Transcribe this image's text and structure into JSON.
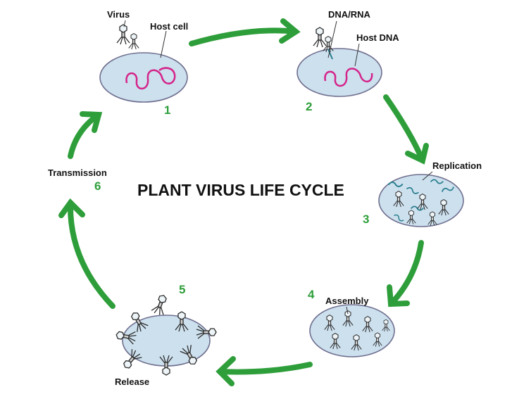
{
  "diagram": {
    "title": "PLANT VIRUS LIFE CYCLE",
    "colors": {
      "arrow": "#2e9e3a",
      "number": "#2e9e3a",
      "cell_fill": "#cde0ee",
      "cell_stroke": "#6f6f8f",
      "host_dna": "#d4248a",
      "viral_strand": "#2a7f8f"
    },
    "stages": [
      {
        "number": "1",
        "labels": [
          "Virus",
          "Host cell"
        ]
      },
      {
        "number": "2",
        "labels": [
          "DNA/RNA",
          "Host DNA"
        ]
      },
      {
        "number": "3",
        "labels": [
          "Replication"
        ]
      },
      {
        "number": "4",
        "labels": [
          "Assembly"
        ]
      },
      {
        "number": "5",
        "labels": [
          "Release"
        ]
      },
      {
        "number": "6",
        "labels": [
          "Transmission"
        ]
      }
    ]
  }
}
